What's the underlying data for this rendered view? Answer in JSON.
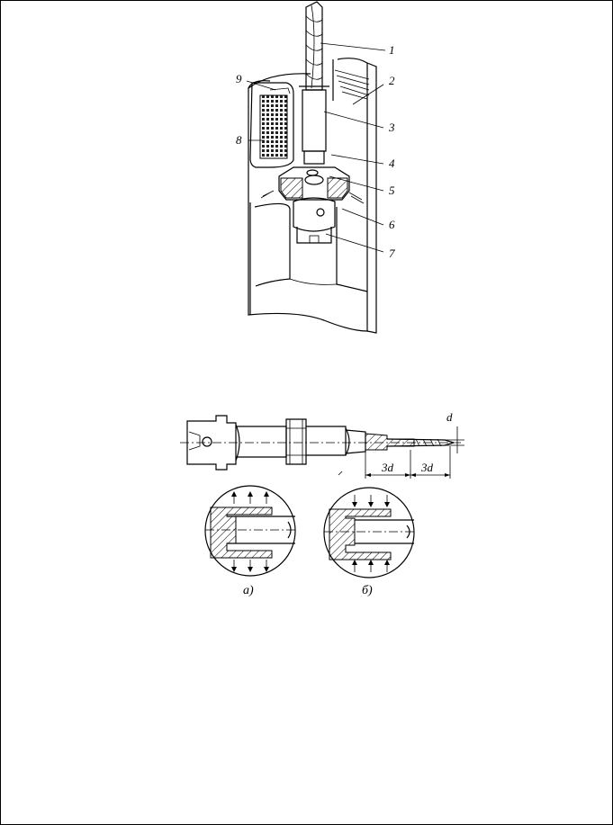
{
  "figure_top": {
    "callouts": [
      {
        "id": "1",
        "label": "1"
      },
      {
        "id": "2",
        "label": "2"
      },
      {
        "id": "3",
        "label": "3"
      },
      {
        "id": "4",
        "label": "4"
      },
      {
        "id": "5",
        "label": "5"
      },
      {
        "id": "6",
        "label": "6"
      },
      {
        "id": "7",
        "label": "7"
      },
      {
        "id": "8",
        "label": "8"
      },
      {
        "id": "9",
        "label": "9"
      }
    ]
  },
  "figure_bottom": {
    "dimension_d": "d",
    "dimension_3d_left": "3d",
    "dimension_3d_right": "3d",
    "caption_a": "а)",
    "caption_b": "б)"
  },
  "colors": {
    "ink": "#000000",
    "paper": "#ffffff",
    "coil_fill": "#222222"
  }
}
